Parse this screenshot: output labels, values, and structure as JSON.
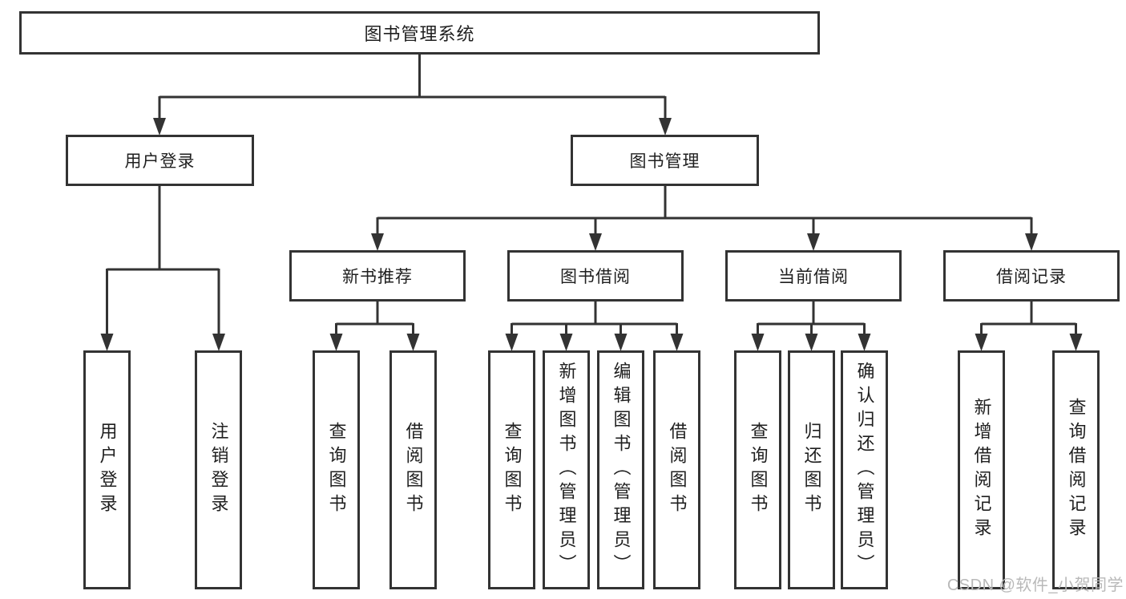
{
  "tree": {
    "root": {
      "label": "图书管理系统"
    },
    "branches": [
      {
        "label": "用户登录",
        "children": [
          {
            "label": "用户登录"
          },
          {
            "label": "注销登录"
          }
        ]
      },
      {
        "label": "图书管理",
        "children": [
          {
            "label": "新书推荐",
            "children": [
              {
                "label": "查询图书"
              },
              {
                "label": "借阅图书"
              }
            ]
          },
          {
            "label": "图书借阅",
            "children": [
              {
                "label": "查询图书"
              },
              {
                "label": "新增图书（管理员）"
              },
              {
                "label": "编辑图书（管理员）"
              },
              {
                "label": "借阅图书"
              }
            ]
          },
          {
            "label": "当前借阅",
            "children": [
              {
                "label": "查询图书"
              },
              {
                "label": "归还图书"
              },
              {
                "label": "确认归还（管理员）"
              }
            ]
          },
          {
            "label": "借阅记录",
            "children": [
              {
                "label": "新增借阅记录"
              },
              {
                "label": "查询借阅记录"
              }
            ]
          }
        ]
      }
    ]
  },
  "watermark": {
    "text": "CSDN @软件_小贺同学"
  },
  "colors": {
    "line": "#333333",
    "box_border": "#333333",
    "box_background": "#ffffff",
    "text": "#1f1f1f",
    "watermark": "#b9b9b9",
    "page_background": "#ffffff"
  }
}
